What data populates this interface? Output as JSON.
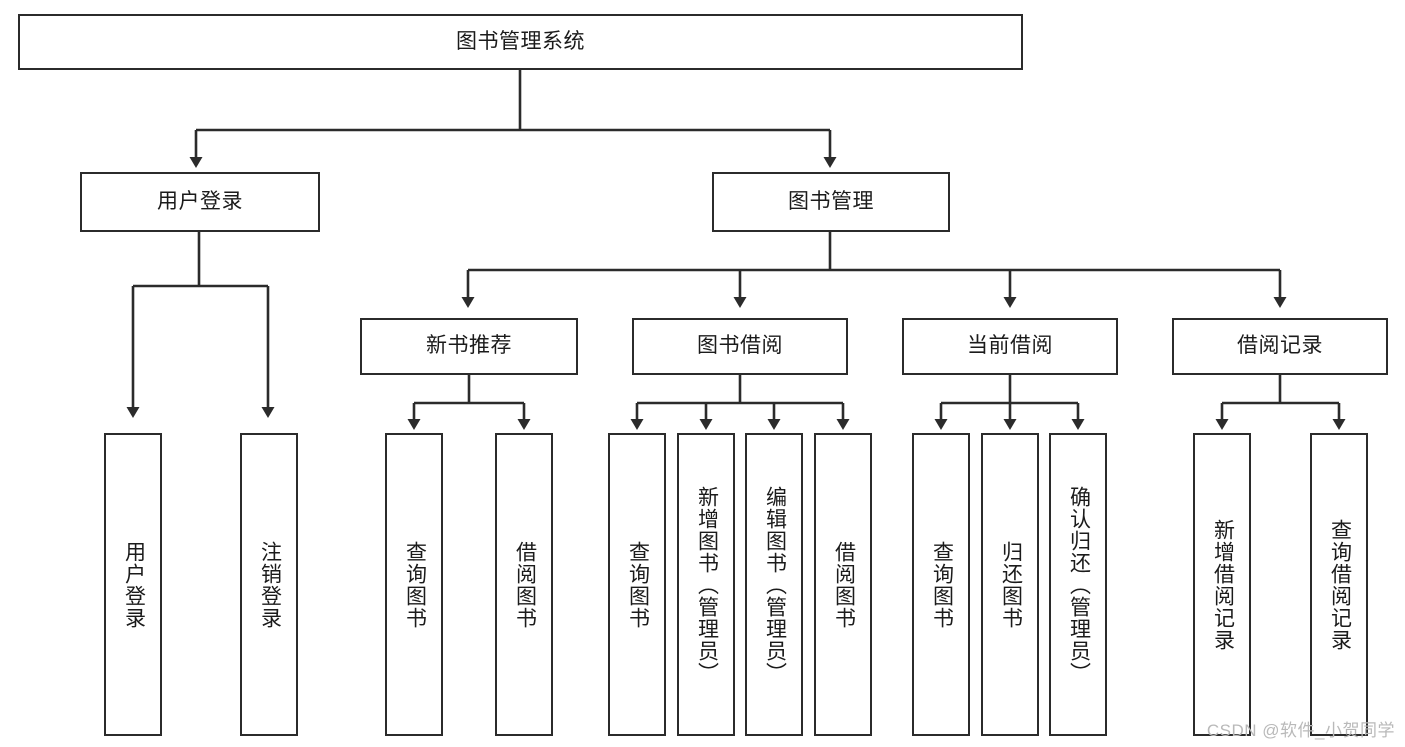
{
  "diagram": {
    "title": "图书管理系统",
    "watermark": "CSDN @软件_小贺同学",
    "colors": {
      "stroke": "#2b2b2b",
      "fill": "#ffffff",
      "text": "#1b1b1b",
      "watermark": "#b9b9b9"
    },
    "root": {
      "label": "图书管理系统"
    },
    "level2": [
      {
        "label": "用户登录"
      },
      {
        "label": "图书管理"
      }
    ],
    "level3": [
      {
        "label": "新书推荐"
      },
      {
        "label": "图书借阅"
      },
      {
        "label": "当前借阅"
      },
      {
        "label": "借阅记录"
      }
    ],
    "leaves": [
      {
        "label": "用户登录",
        "parent": "用户登录"
      },
      {
        "label": "注销登录",
        "parent": "用户登录"
      },
      {
        "label": "查询图书",
        "parent": "新书推荐"
      },
      {
        "label": "借阅图书",
        "parent": "新书推荐"
      },
      {
        "label": "查询图书",
        "parent": "图书借阅"
      },
      {
        "label": "新增图书（管理员）",
        "parent": "图书借阅"
      },
      {
        "label": "编辑图书（管理员）",
        "parent": "图书借阅"
      },
      {
        "label": "借阅图书",
        "parent": "图书借阅"
      },
      {
        "label": "查询图书",
        "parent": "当前借阅"
      },
      {
        "label": "归还图书",
        "parent": "当前借阅"
      },
      {
        "label": "确认归还（管理员）",
        "parent": "当前借阅"
      },
      {
        "label": "新增借阅记录",
        "parent": "借阅记录"
      },
      {
        "label": "查询借阅记录",
        "parent": "借阅记录"
      }
    ]
  }
}
